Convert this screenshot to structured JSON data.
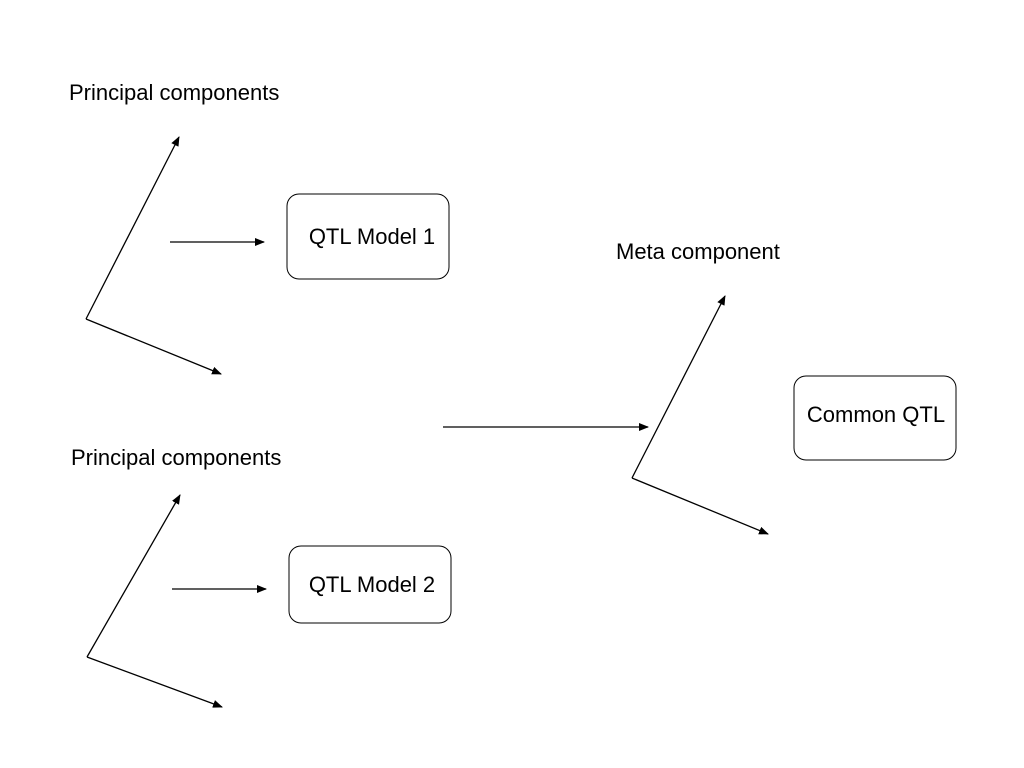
{
  "labels": {
    "pc_top": "Principal components",
    "pc_bottom": "Principal components",
    "meta": "Meta component"
  },
  "nodes": {
    "model1": "QTL Model 1",
    "model2": "QTL Model 2",
    "common": "Common QTL"
  },
  "colors": {
    "stroke": "#000000",
    "background": "#ffffff"
  }
}
